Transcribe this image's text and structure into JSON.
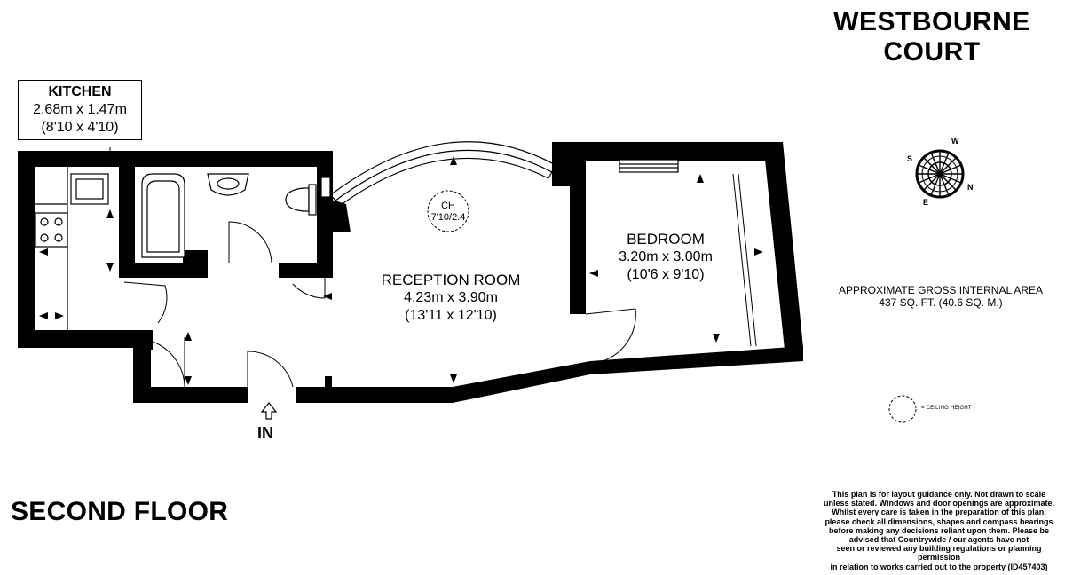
{
  "title": {
    "line1": "WESTBOURNE",
    "line2": "COURT"
  },
  "floor_label": "SECOND FLOOR",
  "entrance_label": "IN",
  "rooms": {
    "kitchen": {
      "name": "KITCHEN",
      "dims_m": "2.68m x 1.47m",
      "dims_ft": "(8'10 x 4'10)"
    },
    "reception": {
      "name": "RECEPTION ROOM",
      "dims_m": "4.23m x 3.90m",
      "dims_ft": "(13'11 x 12'10)"
    },
    "bedroom": {
      "name": "BEDROOM",
      "dims_m": "3.20m x 3.00m",
      "dims_ft": "(10'6 x 9'10)"
    }
  },
  "ceiling_marker": {
    "label": "CH",
    "value": "7'10/2.4"
  },
  "compass": {
    "w": "W",
    "s": "S",
    "n": "N",
    "e": "E"
  },
  "area": {
    "line1": "APPROXIMATE GROSS INTERNAL AREA",
    "line2": "437 SQ. FT. (40.6 SQ. M.)"
  },
  "legend": {
    "label": "= CEILING HEIGHT"
  },
  "disclaimer": [
    "This plan is for layout guidance only. Not drawn to scale",
    "unless stated. Windows and door openings are approximate.",
    "Whilst every care is taken in the preparation of this plan,",
    "please check all dimensions, shapes and compass bearings",
    "before making any decisions reliant upon them. Please be",
    "advised that Countrywide / our agents have not",
    "seen or reviewed any building regulations or planning permission",
    "in relation to works carried out to the property (ID457403)"
  ],
  "colors": {
    "wall": "#000000",
    "background": "#ffffff",
    "line": "#000000"
  }
}
